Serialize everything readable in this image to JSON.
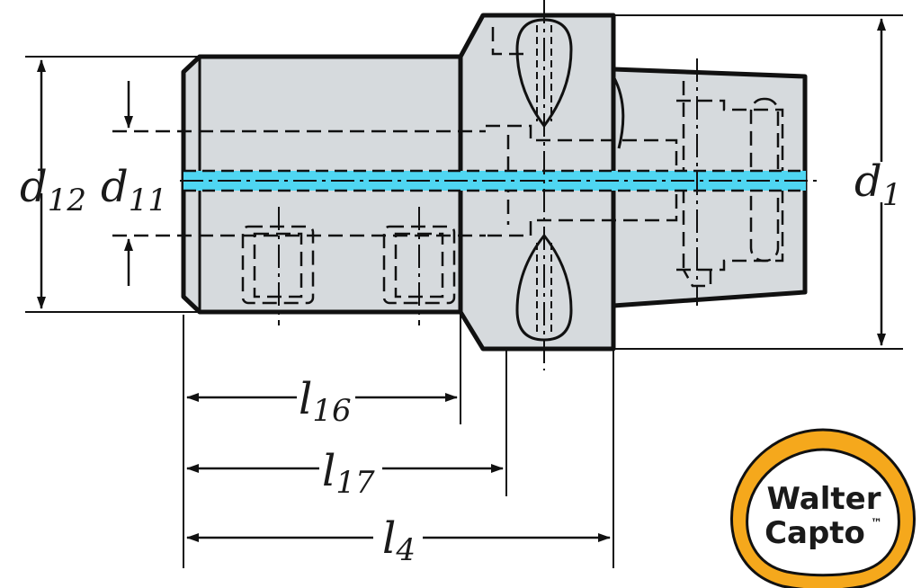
{
  "colors": {
    "body_fill": "#d6dadd",
    "outline": "#111111",
    "coolant": "#4fd6f2",
    "logo_ring": "#f5a81c",
    "logo_inner": "#ffffff"
  },
  "dimensions": {
    "d12": {
      "sym": "d",
      "sub": "12"
    },
    "d11": {
      "sym": "d",
      "sub": "11"
    },
    "d1": {
      "sym": "d",
      "sub": "1"
    },
    "l16": {
      "sym": "l",
      "sub": "16"
    },
    "l17": {
      "sym": "l",
      "sub": "17"
    },
    "l4": {
      "sym": "l",
      "sub": "4"
    }
  },
  "logo": {
    "line1": "Walter",
    "line2": "Capto",
    "trademark": "™"
  }
}
